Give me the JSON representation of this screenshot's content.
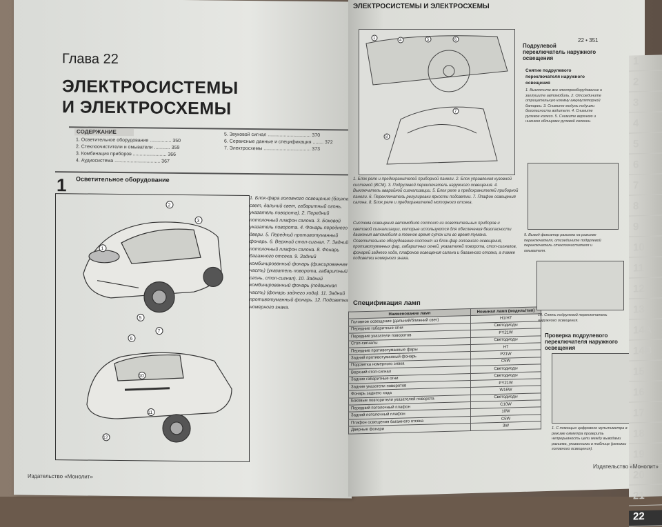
{
  "left_page": {
    "chapter": "Глава 22",
    "title_line1": "ЭЛЕКТРОСИСТЕМЫ",
    "title_line2": "И ЭЛЕКТРОСХЕМЫ",
    "contents_label": "СОДЕРЖАНИЕ",
    "toc_left": [
      "1. Осветительное оборудование ................ 350",
      "2. Стеклоочистители и омыватели ............ 359",
      "3. Комбинация приборов ......................... 366",
      "4. Аудиосистема .................................. 367"
    ],
    "toc_right": [
      "5. Звуковой сигнал ................................ 370",
      "6. Сервисные данные и спецификация ........ 372",
      "7. Электросхемы ................................... 373"
    ],
    "section_number": "1",
    "section_title": "Осветительное оборудование",
    "caption": "1. Блок-фара головного освещения (ближний свет, дальний свет, габаритный огонь, указатель поворота). 2. Передний потолочный плафон салона. 3. Боковой указатель поворота. 4. Фонарь переднего двери. 5. Передний противотуманный фонарь. 6. Верхний стоп-сигнал. 7. Задний потолочный плафон салона. 8. Фонарь багажного отсека. 9. Задний комбинированный фонарь (фиксированная часть) (указатель поворота, габаритный огонь, стоп-сигнал). 10. Задний комбинированный фонарь (подвижная часть) (фонарь заднего хода). 11. Задний противотуманный фонарь. 12. Подсветка номерного знака.",
    "footer": "Издательство «Монолит»"
  },
  "right_page": {
    "header": "ЭЛЕКТРОСИСТЕМЫ И ЭЛЕКТРОСХЕМЫ",
    "page_number": "22 • 351",
    "fig_caption": "1. Блок реле и предохранителей приборной панели. 2. Блок управления кузовной системой (BCM). 3. Подрулевой переключатель наружного освещения. 4. Выключатель аварийной сигнализации. 5. Блок реле и предохранителей приборной панели. 6. Переключатель регулировки яркости подсветки. 7. Плафон освещения салона. 8. Блок реле и предохранителей моторного отсека.",
    "body": "Система освещения автомобиля состоит из осветительных приборов и световой сигнализации, которые используются для обеспечения безопасности движения автомобиля в темное время суток или во время тумана. Осветительное оборудование состоит из блок-фар головного освещения, противотуманных фар, габаритных огней, указателей поворота, стоп-сигналов, фонарей заднего хода, плафонов освещения салона и багажного отсека, а также подсветки номерного знака.",
    "spec_title": "Спецификация ламп",
    "spec_headers": [
      "Наименование ламп",
      "Номинал ламп (модель/тип)"
    ],
    "spec_rows": [
      [
        "Головное освещение (дальний/ближний свет)",
        "H1/H7"
      ],
      [
        "Передние габаритные огни",
        "Светодиоды"
      ],
      [
        "Передние указатели поворотов",
        "PY21W"
      ],
      [
        "Стоп-сигналы",
        "Светодиоды"
      ],
      [
        "Передние противотуманные фары",
        "H7"
      ],
      [
        "Задний противотуманный фонарь",
        "P21W"
      ],
      [
        "Подсветка номерного знака",
        "C5W"
      ],
      [
        "Верхний стоп-сигнал",
        "Светодиоды"
      ],
      [
        "Задние габаритные огни",
        "Светодиоды"
      ],
      [
        "Задние указатели поворотов",
        "PY21W"
      ],
      [
        "Фонарь заднего хода",
        "W16W"
      ],
      [
        "Боковые повторители указателей поворота",
        "Светодиоды"
      ],
      [
        "Передний потолочный плафон",
        "C10W"
      ],
      [
        "Задний потолочный плафон",
        "10W"
      ],
      [
        "Плафон освещения багажного отсека",
        "C5W"
      ],
      [
        "Дверные фонари",
        "3W"
      ]
    ],
    "side_title1": "Подрулевой переключатель наружного освещения",
    "side_sub1": "Снятие подрулевого переключателя наружного освещения",
    "side_text1": "1. Выключите все электрооборудование и заглушите автомобиль. 2. Отсоедините отрицательную клемму аккумуляторной батареи. 3. Снимите модуль подушки безопасности водителя. 4. Снимите рулевое колесо. 5. Снимите верхнюю и нижнюю облицовки рулевой колонки.",
    "side_text2": "9. Вывод фиксатор разъема на разъеме переключателя, отсоедините подрулевой переключатель стеклоочистителя и омывателя.",
    "side_text3": "10. Снять подрулевой переключатель наружного освещения.",
    "side_title2": "Проверка подрулевого переключателя наружного освещения",
    "side_text4": "1. С помощью цифрового мультиметра в режиме омметра проверить непрерывность цепи между выводами разъема, указанными в таблице (режимы головного освещения).",
    "thumb_tabs": [
      "1",
      "2",
      "3",
      "4",
      "5",
      "6",
      "7",
      "8",
      "9",
      "10",
      "11",
      "12",
      "13",
      "14A",
      "14B",
      "15",
      "16",
      "17",
      "18",
      "19",
      "20",
      "21",
      "22"
    ],
    "footer": "Издательство «Монолит»"
  }
}
